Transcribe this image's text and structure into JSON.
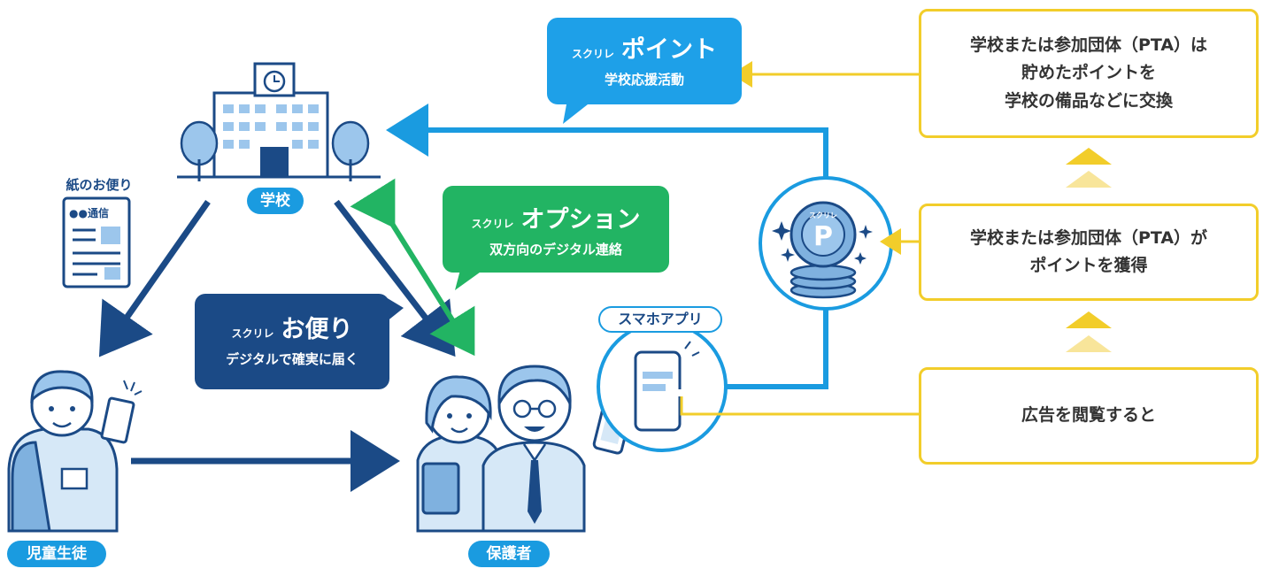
{
  "labels": {
    "school": "学校",
    "student": "児童生徒",
    "guardian": "保護者",
    "paper_letter": "紙のお便り",
    "newsletter_header": "●●通信",
    "smartphone_app": "スマホアプリ",
    "coin_text": "スクリレ",
    "coin_letter": "P"
  },
  "bubbles": {
    "point": {
      "brand": "スクリレ",
      "title": "ポイント",
      "subtitle": "学校応援活動",
      "color": "#1ea0e8"
    },
    "option": {
      "brand": "スクリレ",
      "title": "オプション",
      "subtitle": "双方向のデジタル連絡",
      "color": "#22b463"
    },
    "letter": {
      "brand": "スクリレ",
      "title": "お便り",
      "subtitle": "デジタルで確実に届く",
      "color": "#1b4a86"
    }
  },
  "flow": {
    "line1": "学校または参加団体（PTA）は",
    "line2": "貯めたポイントを",
    "line3": "学校の備品などに交換",
    "earn1": "学校または参加団体（PTA）が",
    "earn2": "ポイントを獲得",
    "view": "広告を閲覧すると"
  },
  "colors": {
    "navy": "#1b4a86",
    "blue": "#1a9be0",
    "green": "#22b463",
    "yellow": "#f2cd2a",
    "light": "#d6e8f7"
  }
}
